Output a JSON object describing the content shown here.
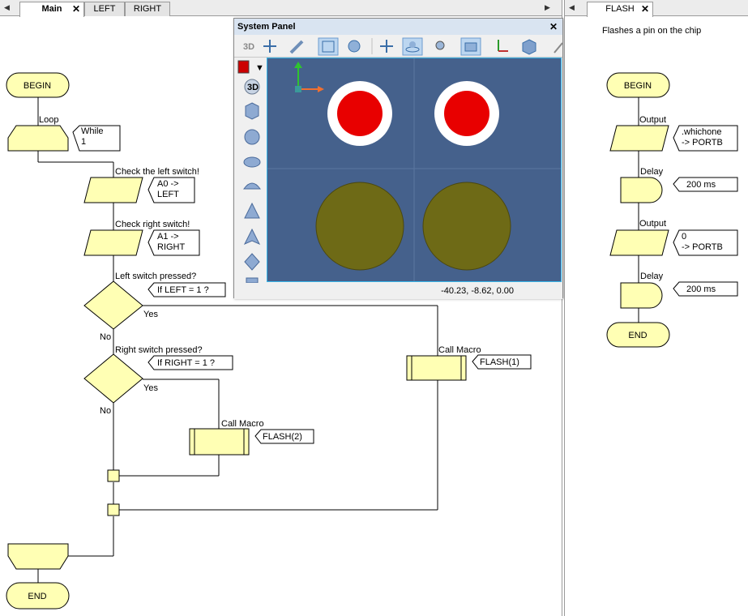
{
  "main_tabs": [
    {
      "label": "Main",
      "active": true
    },
    {
      "label": "LEFT",
      "active": false
    },
    {
      "label": "RIGHT",
      "active": false
    }
  ],
  "flash_tab": {
    "label": "FLASH"
  },
  "flowchart_main": {
    "begin": "BEGIN",
    "end": "END",
    "loop_label": "Loop",
    "loop_condition": [
      "While",
      "1"
    ],
    "input1_label": "Check the left switch!",
    "input1_value": [
      "A0 ->",
      "LEFT"
    ],
    "input2_label": "Check right switch!",
    "input2_value": [
      "A1 ->",
      "RIGHT"
    ],
    "decision1_label": "Left switch pressed?",
    "decision1_value": "If LEFT = 1 ?",
    "decision2_label": "Right switch pressed?",
    "decision2_value": "If RIGHT = 1 ?",
    "yes": "Yes",
    "no": "No",
    "macro1_label": "Call Macro",
    "macro1_value": "FLASH(1)",
    "macro2_label": "Call Macro",
    "macro2_value": "FLASH(2)"
  },
  "system_panel": {
    "title": "System Panel",
    "coords": "-40.23, -8.62, 0.00",
    "color_accent": "#cc0000",
    "viewport_bg": "#45618c",
    "led_on_color": "#e80000",
    "switch_color": "#6e6a16",
    "toolbar_icons": [
      "3d-icon",
      "move-icon",
      "pencil-icon",
      "select-icon",
      "rotate-icon",
      "pan-icon",
      "orbit-icon",
      "camera-icon",
      "view-icon",
      "axis-icon",
      "cube-icon",
      "ruler-icon"
    ],
    "shape_icons": [
      "3d-icon",
      "cube-icon",
      "sphere-icon",
      "ellipse-icon",
      "dome-icon",
      "cone-icon",
      "pyramid-icon",
      "diamond-icon",
      "box-icon"
    ]
  },
  "flowchart_flash": {
    "description": "Flashes a pin on the chip",
    "begin": "BEGIN",
    "end": "END",
    "output1_label": "Output",
    "output1_value": [
      ".whichone",
      "-> PORTB"
    ],
    "delay1_label": "Delay",
    "delay1_value": "200 ms",
    "output2_label": "Output",
    "output2_value": [
      "0",
      "-> PORTB"
    ],
    "delay2_label": "Delay",
    "delay2_value": "200 ms"
  }
}
